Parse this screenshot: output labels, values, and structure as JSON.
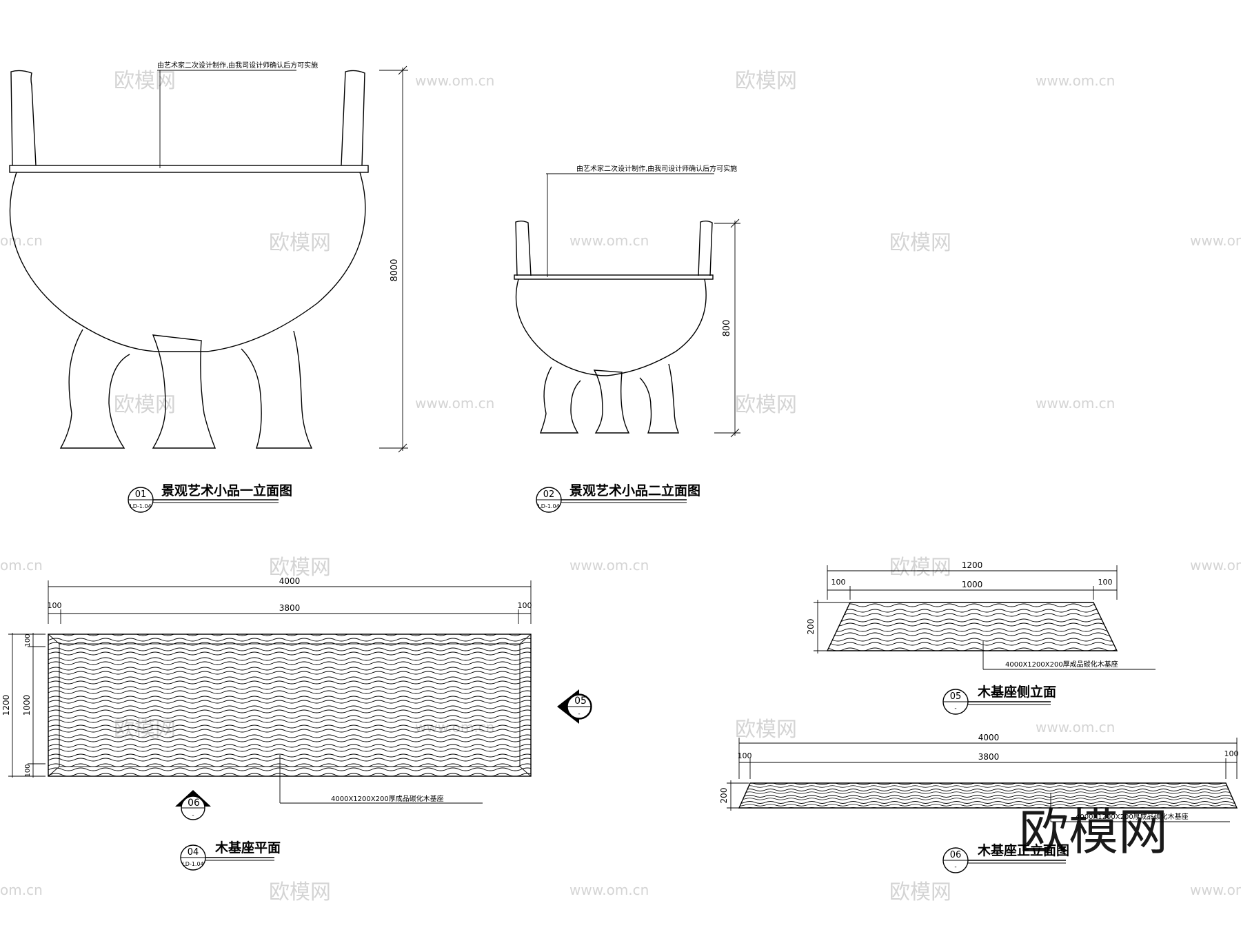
{
  "notes": {
    "vessel1": "由艺术家二次设计制作,由我司设计师确认后方可实施",
    "vessel2": "由艺术家二次设计制作,由我司设计师确认后方可实施",
    "plan": "4000X1200X200厚成品碳化木基座",
    "side": "4000X1200X200厚成品碳化木基座",
    "front": "4000X1200X200厚成品碳化木基座"
  },
  "dims": {
    "v1_height": "8000",
    "v2_height": "800",
    "plan_total_w": "4000",
    "plan_inner_w": "3800",
    "plan_left_edge": "100",
    "plan_right_edge": "100",
    "plan_total_h": "1200",
    "plan_inner_h": "1000",
    "plan_top_edge": "100",
    "plan_bottom_edge": "100",
    "side_total_w": "1200",
    "side_inner_w": "1000",
    "side_left_edge": "100",
    "side_right_edge": "100",
    "side_h": "200",
    "front_total_w": "4000",
    "front_inner_w": "3800",
    "front_left_edge": "100",
    "front_right_edge": "100",
    "front_h": "200"
  },
  "titles": {
    "t1": {
      "num": "01",
      "ref": "LD-1.04",
      "label": "景观艺术小品一立面图"
    },
    "t2": {
      "num": "02",
      "ref": "LD-1.04",
      "label": "景观艺术小品二立面图"
    },
    "t4": {
      "num": "04",
      "ref": "LD-1.04",
      "label": "木基座平面"
    },
    "t5": {
      "num": "05",
      "ref": "-",
      "label": "木基座侧立面"
    },
    "t6": {
      "num": "06",
      "ref": "-",
      "label": "木基座正立面图"
    }
  },
  "markers": {
    "m05": {
      "num": "05",
      "ref": "-"
    },
    "m06": {
      "num": "06",
      "ref": "-"
    }
  },
  "watermark": {
    "brand": "欧模网",
    "url": "www.om.cn",
    "url_short": "om.cn"
  }
}
